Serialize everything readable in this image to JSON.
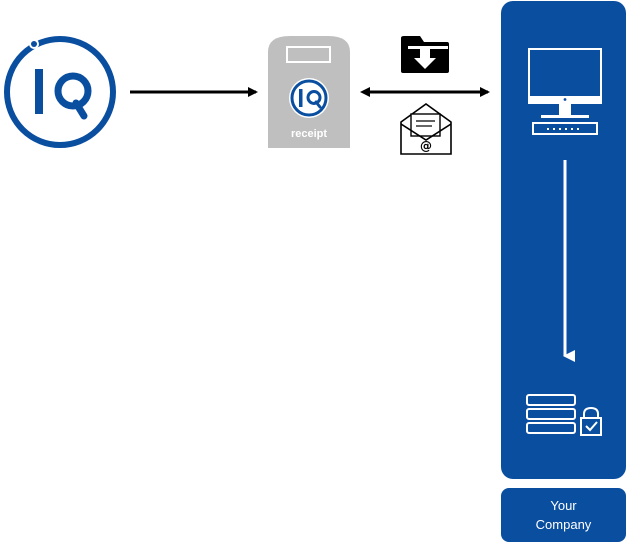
{
  "colors": {
    "brand_blue": "#0a4ea0",
    "panel_blue": "#0a4ea0",
    "receipt_gray": "#bfbfbf",
    "arrow_black": "#000000",
    "white": "#ffffff"
  },
  "receipt_box": {
    "label": "receipt"
  },
  "company": {
    "label_line1": "Your",
    "label_line2": "Company"
  },
  "icons": {
    "logo": "iq-logo-icon",
    "download": "folder-download-icon",
    "email": "email-envelope-icon",
    "computer": "computer-monitor-icon",
    "storage": "secure-storage-icon"
  }
}
